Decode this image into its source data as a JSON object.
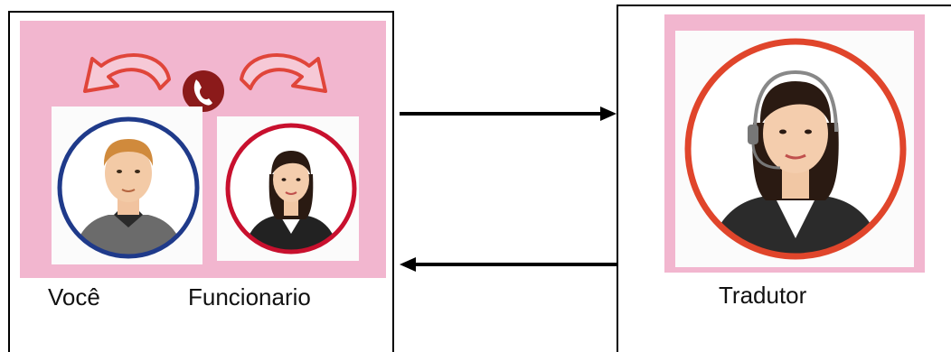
{
  "labels": {
    "voce": "Você",
    "funcionario": "Funcionario",
    "tradutor": "Tradutor"
  },
  "colors": {
    "panel_pink": "#f2b6cf",
    "voce_ring": "#1f3a8a",
    "funcionario_ring": "#c8102e",
    "tradutor_ring": "#e0452b",
    "curved_arrows": "#e0453a",
    "phone_badge": "#8b1a1a"
  },
  "icons": [
    "curved-arrow-left-icon",
    "phone-icon",
    "curved-arrow-right-icon",
    "arrow-right-icon",
    "arrow-left-icon"
  ]
}
